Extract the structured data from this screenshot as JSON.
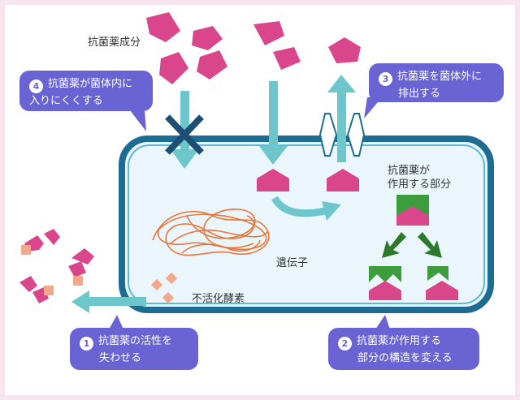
{
  "labels": {
    "antibiotic_components": "抗菌薬成分",
    "target_site": [
      "抗菌薬が",
      "作用する部分"
    ],
    "gene": "遺伝子",
    "inactivating_enzyme": "不活化酵素"
  },
  "callouts": [
    {
      "num": "1",
      "lines": [
        "抗菌薬の活性を",
        "失わせる"
      ]
    },
    {
      "num": "2",
      "lines": [
        "抗菌薬が作用する",
        "部分の構造を変える"
      ]
    },
    {
      "num": "3",
      "lines": [
        "抗菌薬を菌体外に",
        "排出する"
      ]
    },
    {
      "num": "4",
      "lines": [
        "抗菌薬が菌体内に",
        "入りにくくする"
      ]
    }
  ],
  "colors": {
    "antibiotic": "#d9468c",
    "arrow": "#6cc6cc",
    "cell_border": "#1f6c92",
    "cell_fill": "#eaf6fb",
    "callout": "#6a63d4",
    "gene": "#e8763a",
    "enzyme": "#f3a889",
    "target_green": "#3d9c3c",
    "block_x": "#1d4f74"
  }
}
